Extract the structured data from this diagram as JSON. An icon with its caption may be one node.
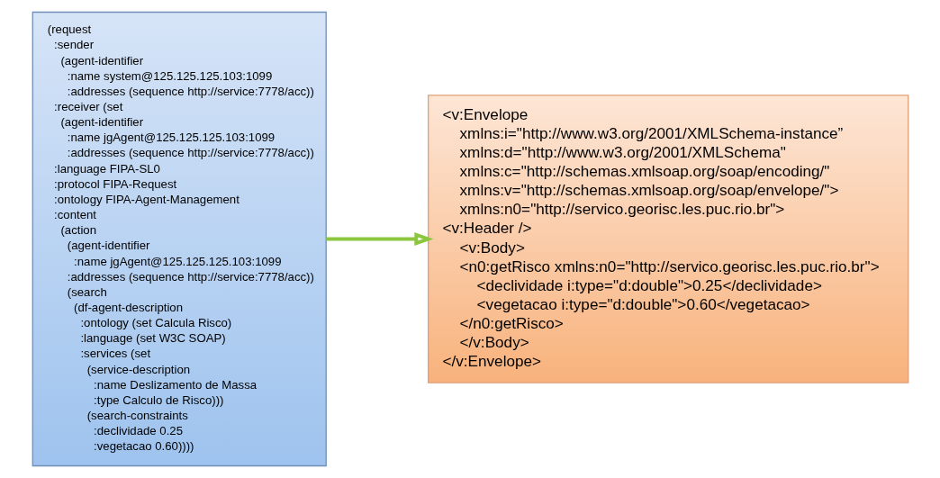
{
  "diagram": {
    "nodes": [
      {
        "text": [
          "(request",
          ":sender",
          "(agent-identifier",
          ":name system@125.125.125.103:1099",
          ":addresses (sequence http://service:7778/acc))",
          ":receiver (set",
          "(agent-identifier",
          ":name jgAgent@125.125.125.103:1099",
          ":addresses (sequence http://service:7778/acc))",
          ":language FIPA-SL0",
          ":protocol FIPA-Request",
          ":ontology FIPA-Agent-Management",
          ":content",
          "(action",
          "(agent-identifier",
          ":name jgAgent@125.125.125.103:1099",
          ":addresses (sequence http://service:7778/acc))",
          "(search",
          "(df-agent-description",
          ":ontology (set Calcula Risco)",
          ":language (set W3C SOAP)",
          ":services (set",
          "(service-description",
          ":name Deslizamento de Massa",
          ":type Calculo de Risco)))",
          "(search-constraints",
          ":declividade 0.25",
          ":vegetacao 0.60))))"
        ]
      },
      {
        "text": [
          "<v:Envelope",
          "xmlns:i=\"http://www.w3.org/2001/XMLSchema-instance”",
          "xmlns:d=\"http://www.w3.org/2001/XMLSchema\"",
          "xmlns:c=\"http://schemas.xmlsoap.org/soap/encoding/\"",
          "xmlns:v=\"http://schemas.xmlsoap.org/soap/envelope/\">",
          "xmlns:n0=\"http://servico.georisc.les.puc.rio.br\">",
          "<v:Header />",
          "<v:Body>",
          "<n0:getRisco xmlns:n0=\"http://servico.georisc.les.puc.rio.br\">",
          "<declividade i:type=\"d:double\">0.25</declividade>",
          "<vegetacao i:type=\"d:double\">0.60</vegetacao>",
          "</n0:getRisco>",
          "</v:Body>",
          "</v:Envelope>"
        ]
      }
    ],
    "edges": [
      {
        "from": 0,
        "to": 1,
        "arrow": "to"
      }
    ]
  }
}
